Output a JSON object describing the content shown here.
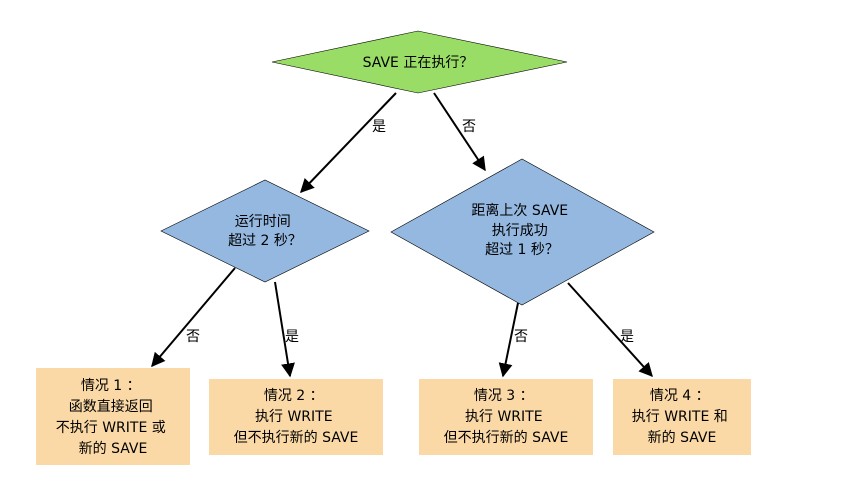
{
  "colors": {
    "root_fill": "#99dd66",
    "decision_fill": "#94b8e0",
    "case_fill": "#fad9a6",
    "stroke": "#000000"
  },
  "nodes": {
    "root": {
      "lines": [
        "SAVE 正在执行？"
      ]
    },
    "left_decision": {
      "lines": [
        "运行时间",
        "超过 2 秒？"
      ]
    },
    "right_decision": {
      "lines": [
        "距离上次 SAVE",
        "执行成功",
        "超过 1 秒？"
      ]
    },
    "case1": {
      "lines": [
        "情况 1 ：",
        "函数直接返回",
        "不执行 WRITE 或",
        "新的 SAVE"
      ]
    },
    "case2": {
      "lines": [
        "情况 2 ：",
        "执行 WRITE",
        "但不执行新的 SAVE"
      ]
    },
    "case3": {
      "lines": [
        "情况 3 ：",
        "执行 WRITE",
        "但不执行新的 SAVE"
      ]
    },
    "case4": {
      "lines": [
        "情况 4 ：",
        "执行 WRITE 和",
        "新的 SAVE"
      ]
    }
  },
  "edges": {
    "root_left": "是",
    "root_right": "否",
    "left_case1": "否",
    "left_case2": "是",
    "right_case3": "否",
    "right_case4": "是"
  }
}
